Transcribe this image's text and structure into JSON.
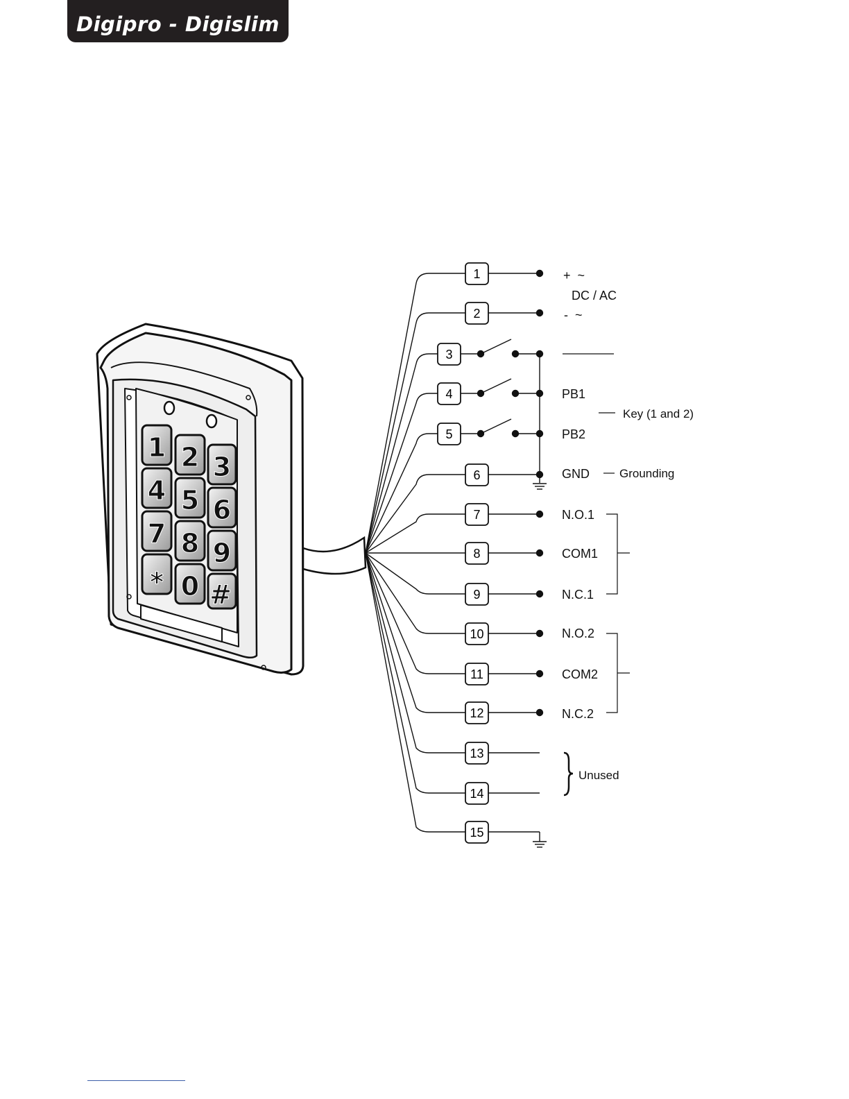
{
  "header": {
    "title": "Digipro - Digislim"
  },
  "keypad": {
    "keys": [
      "1",
      "2",
      "3",
      "4",
      "5",
      "6",
      "7",
      "8",
      "9",
      "*",
      "0",
      "#"
    ]
  },
  "terminals": [
    {
      "num": "1"
    },
    {
      "num": "2"
    },
    {
      "num": "3"
    },
    {
      "num": "4"
    },
    {
      "num": "5"
    },
    {
      "num": "6"
    },
    {
      "num": "7"
    },
    {
      "num": "8"
    },
    {
      "num": "9"
    },
    {
      "num": "10"
    },
    {
      "num": "11"
    },
    {
      "num": "12"
    },
    {
      "num": "13"
    },
    {
      "num": "14"
    },
    {
      "num": "15"
    }
  ],
  "labels": {
    "plus_ac": "+  ~",
    "dc_ac": "DC / AC",
    "minus_ac": "-  ~",
    "pb1": "PB1",
    "pb2": "PB2",
    "key": "Key (1 and 2)",
    "gnd": "GND",
    "grounding": "Grounding",
    "no1": "N.O.1",
    "com1": "COM1",
    "nc1": "N.C.1",
    "no2": "N.O.2",
    "com2": "COM2",
    "nc2": "N.C.2",
    "unused": "Unused"
  }
}
